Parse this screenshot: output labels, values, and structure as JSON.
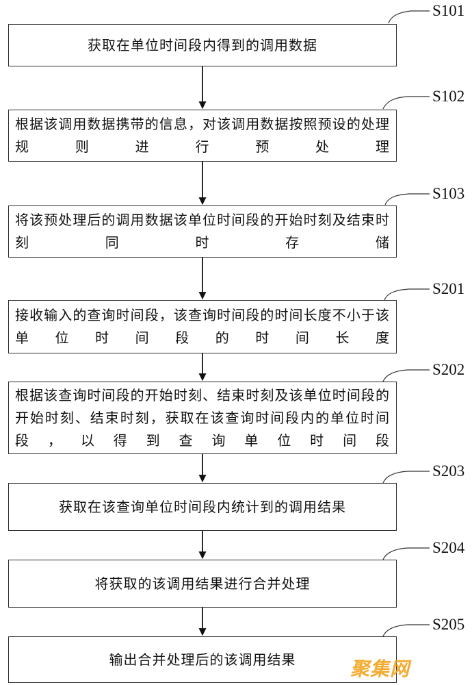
{
  "steps": [
    {
      "label": "S101",
      "text": "获取在单位时间段内得到的调用数据"
    },
    {
      "label": "S102",
      "text": "根据该调用数据携带的信息，对该调用数据按照预设的处理规则进行预处理"
    },
    {
      "label": "S103",
      "text": "将该预处理后的调用数据该单位时间段的开始时刻及结束时刻同时存储"
    },
    {
      "label": "S201",
      "text": "接收输入的查询时间段，该查询时间段的时间长度不小于该单位时间段的时间长度"
    },
    {
      "label": "S202",
      "text": "根据该查询时间段的开始时刻、结束时刻及该单位时间段的开始时刻、结束时刻，获取在该查询时间段内的单位时间段，以得到查询单位时间段"
    },
    {
      "label": "S203",
      "text": "获取在该查询单位时间段内统计到的调用结果"
    },
    {
      "label": "S204",
      "text": "将获取的该调用结果进行合并处理"
    },
    {
      "label": "S205",
      "text": "输出合并处理后的该调用结果"
    }
  ],
  "watermark": "聚集网"
}
